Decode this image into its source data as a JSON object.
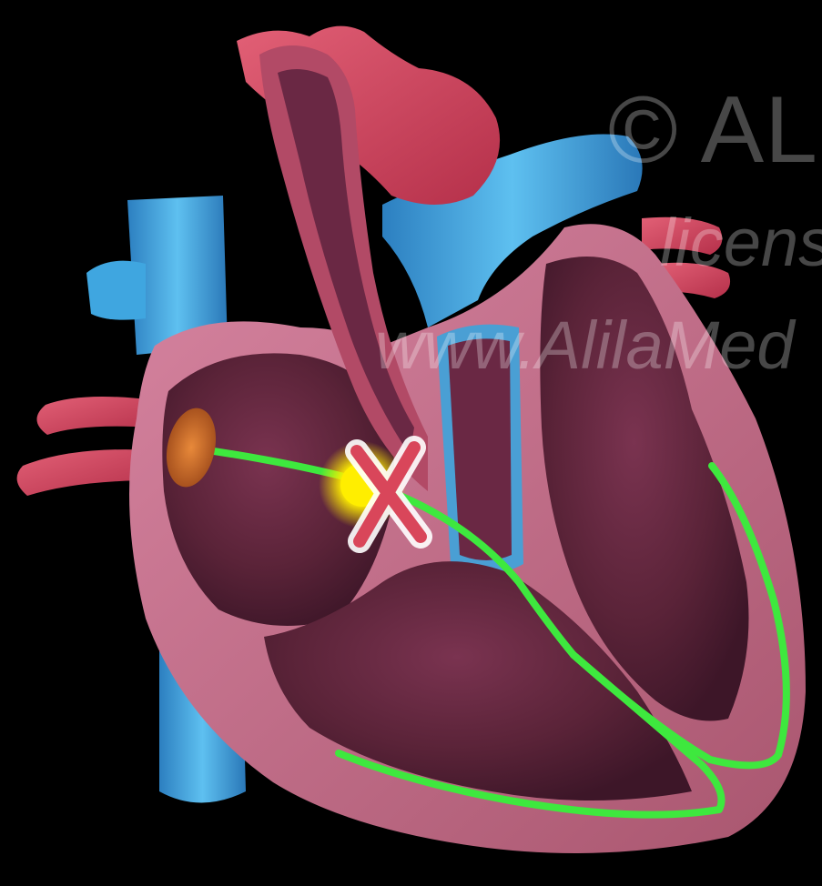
{
  "watermark": {
    "line1": "© ALILA",
    "line2": "licens",
    "line3": "www.AlilaMed"
  },
  "palette": {
    "background": "#000000",
    "vein_blue": "#3fa6e0",
    "artery_red": "#d2455c",
    "heart_wall": "#c7738c",
    "chamber_interior": "#5a2338",
    "conduction_path": "#3ee83e",
    "sa_node": "#e07a2e",
    "av_node": "#ffee00",
    "block_marker": "#d9465a"
  },
  "diagram": {
    "subject": "heart-conduction-system",
    "nodes": [
      "sa-node",
      "av-node"
    ],
    "marker_icon": "blocked-x-icon"
  }
}
